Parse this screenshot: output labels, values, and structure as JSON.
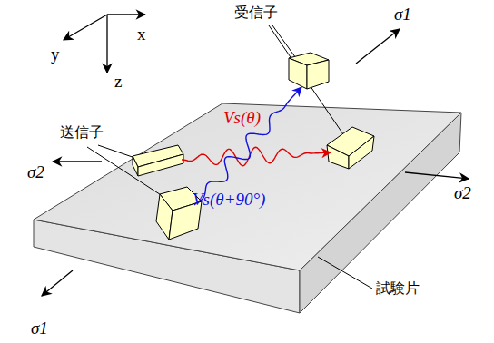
{
  "diagram": {
    "labels": [
      "y",
      "x",
      "z",
      "受信子",
      "送信子",
      "σ1",
      "σ2",
      "σ2",
      "Vs(θ)",
      "Vs(θ+90°)",
      "σ1",
      "試験片"
    ]
  }
}
